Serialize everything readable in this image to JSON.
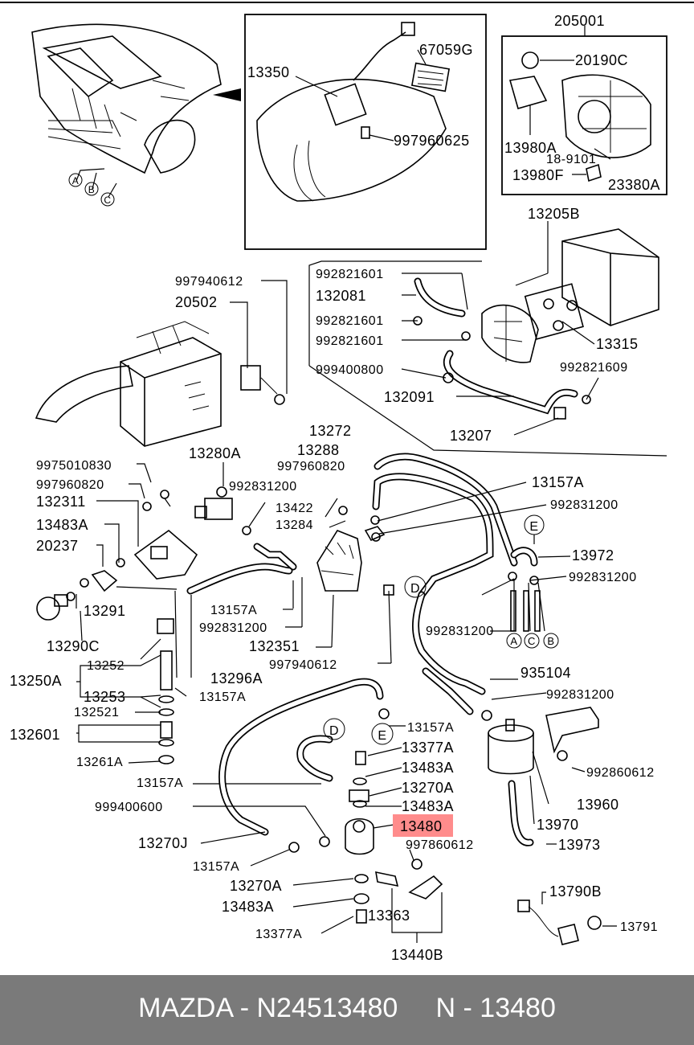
{
  "diagram": {
    "labels": {
      "p205001": "205001",
      "p67059G": "67059G",
      "p13350": "13350",
      "p20190C": "20190C",
      "p997960625": "997960625",
      "p13980A": "13980A",
      "p18_9101": "18-9101",
      "p13980F": "13980F",
      "p23380A": "23380A",
      "p13205B": "13205B",
      "p992821601_a": "992821601",
      "p997940612_a": "997940612",
      "p132081": "132081",
      "p20502": "20502",
      "p992821601_b": "992821601",
      "p992821601_c": "992821601",
      "p13315": "13315",
      "p999400800": "999400800",
      "p992821609": "992821609",
      "p132091": "132091",
      "p13207": "13207",
      "p13272": "13272",
      "p13288": "13288",
      "p13280A": "13280A",
      "p9975010830": "9975010830",
      "p997960820_a": "997960820",
      "p13157A_a": "13157A",
      "p997960820_b": "997960820",
      "p992831200_a": "992831200",
      "p992831200_b": "992831200",
      "p132311": "132311",
      "p13422": "13422",
      "p13284": "13284",
      "p13483A_a": "13483A",
      "p20237": "20237",
      "p13972": "13972",
      "p992831200_c": "992831200",
      "p13291": "13291",
      "p13157A_b": "13157A",
      "p992831200_d": "992831200",
      "p992831200_e": "992831200",
      "p13290C": "13290C",
      "p132351": "132351",
      "p997940612_b": "997940612",
      "p13252": "13252",
      "p13296A": "13296A",
      "p935104": "935104",
      "p13250A": "13250A",
      "p13253": "13253",
      "p13157A_c": "13157A",
      "p992831200_f": "992831200",
      "p132521": "132521",
      "p13157A_d": "13157A",
      "p132601": "132601",
      "p13377A_a": "13377A",
      "p13261A": "13261A",
      "p13483A_b": "13483A",
      "p13157A_e": "13157A",
      "p13270A_a": "13270A",
      "p992860612": "992860612",
      "p999400600": "999400600",
      "p13483A_c": "13483A",
      "p13960": "13960",
      "p13480": "13480",
      "p13970": "13970",
      "p13270J": "13270J",
      "p997860612": "997860612",
      "p13973": "13973",
      "p13157A_f": "13157A",
      "p13270A_b": "13270A",
      "p13790B": "13790B",
      "p13483A_d": "13483A",
      "p13363": "13363",
      "p13791": "13791",
      "p13377A_b": "13377A",
      "p13440B": "13440B"
    },
    "callouts": {
      "A": "A",
      "B": "B",
      "C": "C",
      "D": "D",
      "E": "E"
    },
    "highlight_color": "#ff8c8c"
  },
  "footer": {
    "text": "MAZDA - N24513480     N - 13480"
  }
}
